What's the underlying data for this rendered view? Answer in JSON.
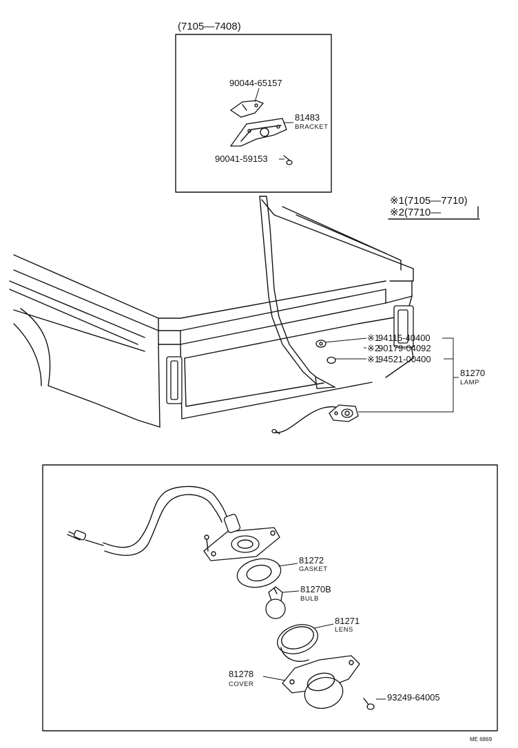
{
  "inset_top": {
    "range": "(7105—7408)",
    "parts": [
      {
        "number": "90044-65157",
        "name": ""
      },
      {
        "number": "81483",
        "name": "BRACKET"
      },
      {
        "number": "90041-59153",
        "name": ""
      }
    ]
  },
  "legend": {
    "line1": "※1(7105—7710)",
    "line2": "※2(7710—"
  },
  "mount_parts": [
    {
      "mark": "※1",
      "number": "94115-40400"
    },
    {
      "mark": "※2",
      "number": "90179-04092"
    },
    {
      "mark": "※1",
      "number": "94521-00400"
    }
  ],
  "assembly": {
    "number": "81270",
    "name": "LAMP"
  },
  "exploded_parts": [
    {
      "number": "81272",
      "name": "GASKET"
    },
    {
      "number": "81270B",
      "name": "BULB"
    },
    {
      "number": "81271",
      "name": "LENS"
    },
    {
      "number": "81278",
      "name": "COVER"
    },
    {
      "number": "93249-64005",
      "name": ""
    }
  ],
  "figure_code": "ME 6869"
}
